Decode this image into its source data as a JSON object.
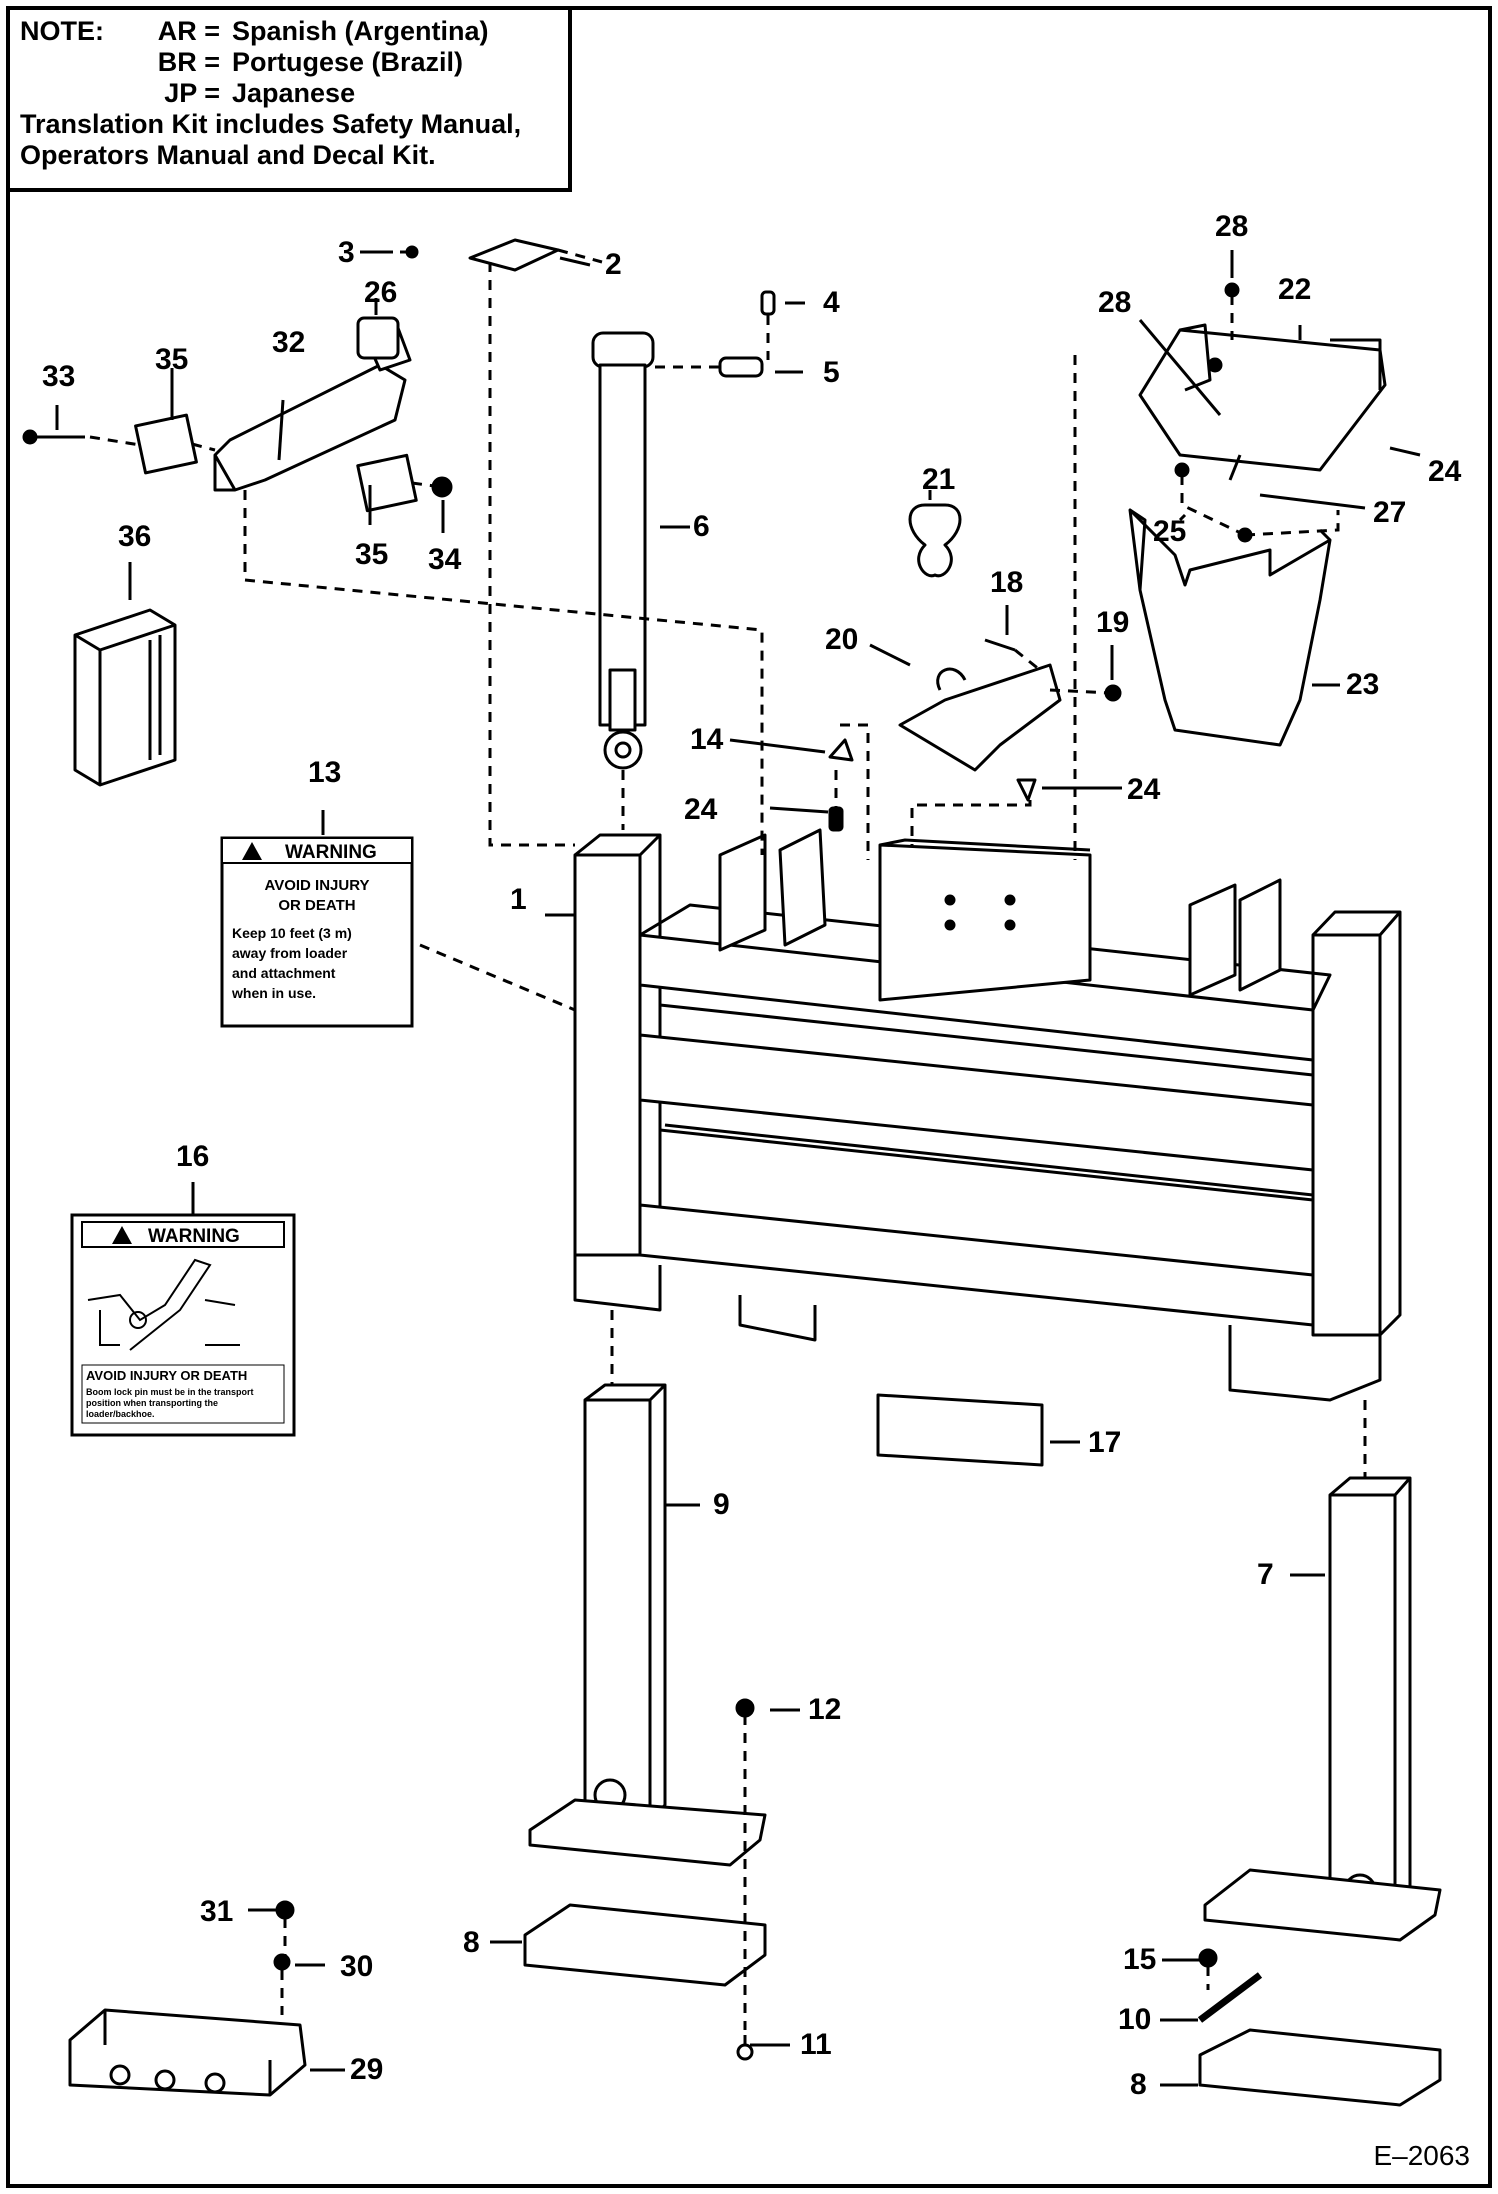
{
  "note": {
    "label": "NOTE:",
    "entries": [
      {
        "code": "AR =",
        "language": "Spanish (Argentina)"
      },
      {
        "code": "BR =",
        "language": "Portugese (Brazil)"
      },
      {
        "code": "JP =",
        "language": "Japanese"
      }
    ],
    "kit_line1": "Translation Kit includes Safety Manual,",
    "kit_line2": "Operators Manual and Decal Kit."
  },
  "callouts": [
    "1",
    "2",
    "3",
    "4",
    "5",
    "6",
    "7",
    "8",
    "8",
    "9",
    "10",
    "11",
    "12",
    "13",
    "14",
    "15",
    "16",
    "17",
    "18",
    "19",
    "20",
    "21",
    "22",
    "23",
    "24",
    "24",
    "24",
    "25",
    "26",
    "27",
    "28",
    "28",
    "29",
    "30",
    "31",
    "32",
    "33",
    "34",
    "35",
    "35",
    "36"
  ],
  "decal_13": {
    "header": "WARNING",
    "line1": "AVOID INJURY",
    "line2": "OR DEATH",
    "body1": "Keep 10 feet (3 m)",
    "body2": "away from loader",
    "body3": "and attachment",
    "body4": "when in use."
  },
  "decal_16": {
    "header": "WARNING",
    "footer_title": "AVOID INJURY OR DEATH",
    "footer_body1": "Boom lock pin must be in the transport",
    "footer_body2": "position when transporting the",
    "footer_body3": "loader/backhoe."
  },
  "drawing_id": "E–2063"
}
